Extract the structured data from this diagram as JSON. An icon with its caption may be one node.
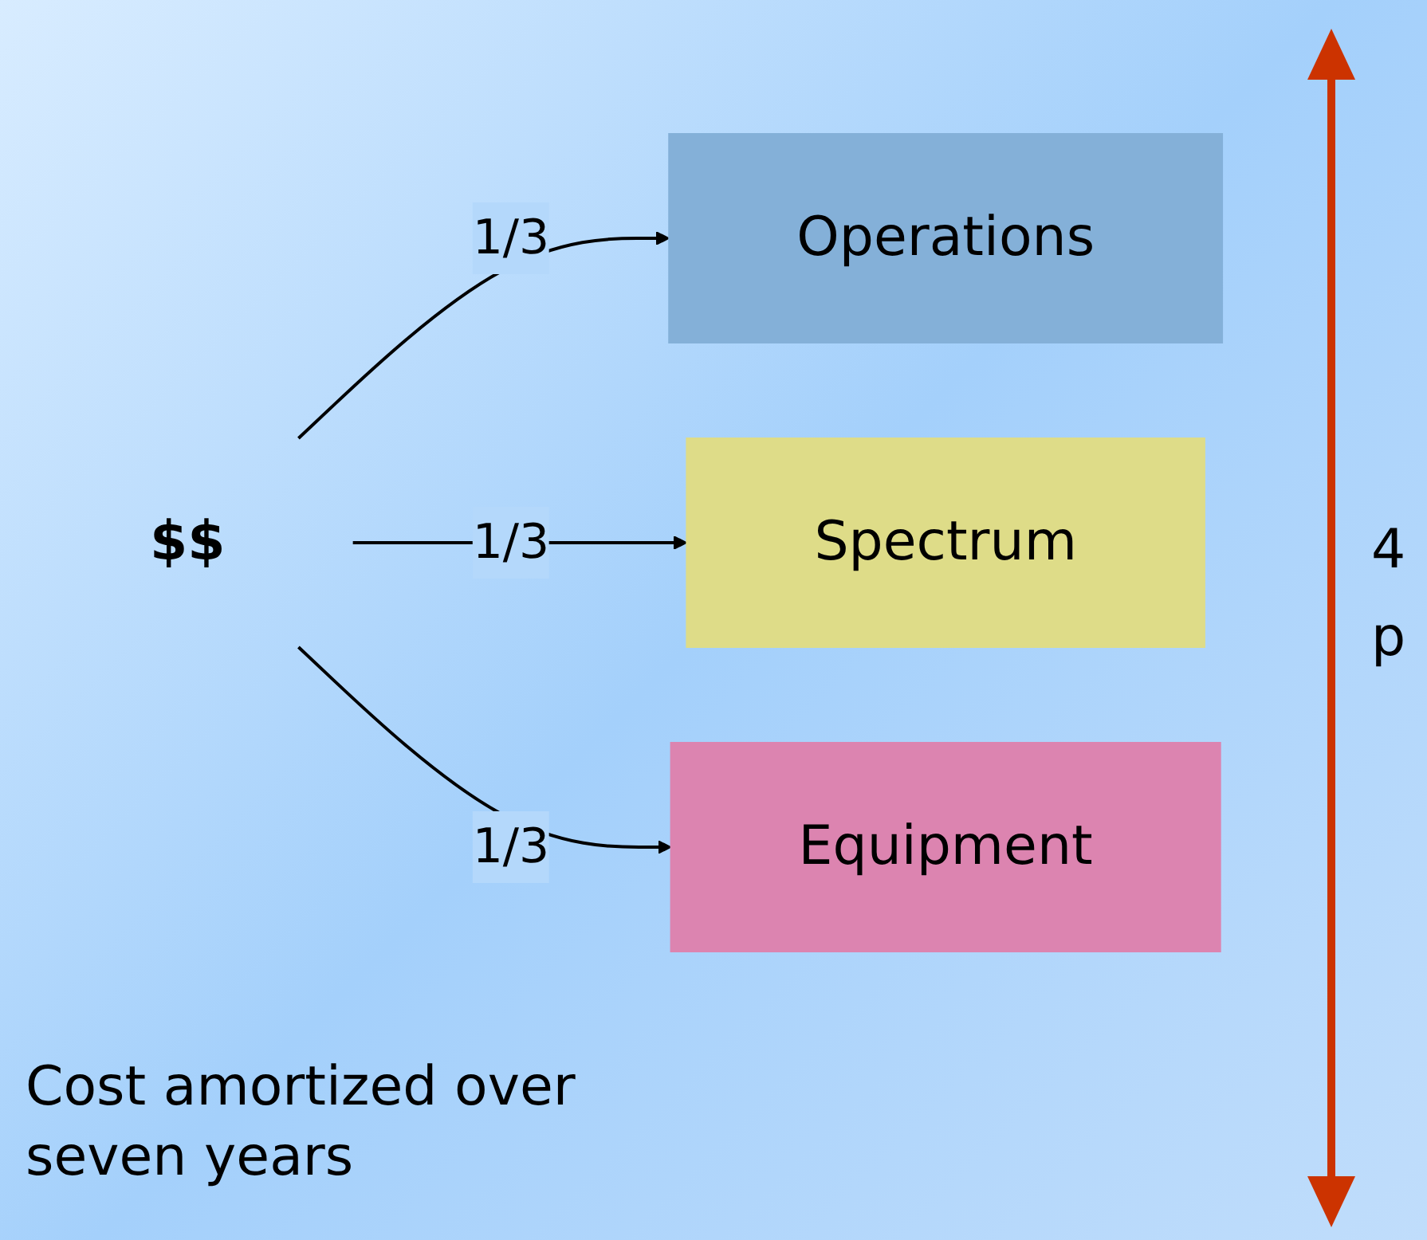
{
  "diagram": {
    "nodes": [
      {
        "text": [
          "$$"
        ]
      },
      {
        "text": [
          "Operations"
        ]
      },
      {
        "text": [
          "Spectrum"
        ]
      },
      {
        "text": [
          "Equipment"
        ]
      }
    ],
    "edges": [
      {
        "from": 0,
        "to": 1,
        "arrow": "to",
        "label": "1/3"
      },
      {
        "from": 0,
        "to": 2,
        "arrow": "to",
        "label": "1/3"
      },
      {
        "from": 0,
        "to": 3,
        "arrow": "to",
        "label": "1/3"
      }
    ],
    "labels": [
      "4",
      "p",
      "Cost amortized over seven years"
    ]
  }
}
